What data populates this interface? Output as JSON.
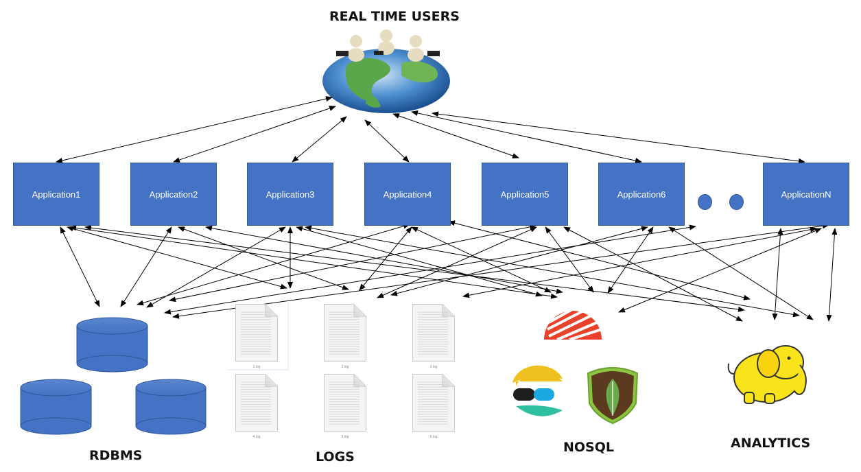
{
  "title": "REAL TIME USERS",
  "applications": [
    "Application1",
    "Application2",
    "Application3",
    "Application4",
    "Application5",
    "Application6",
    "ApplicationN"
  ],
  "ellipsis_icon": "ellipsis-dots",
  "groups": {
    "rdbms": {
      "label": "RDBMS",
      "icon": "database-cylinder-icon"
    },
    "logs": {
      "label": "LOGS",
      "files": [
        "1.log",
        "2.log",
        "3.log",
        "4.log",
        "5.log",
        "6.log"
      ]
    },
    "nosql": {
      "label": "NOSQL",
      "icons": [
        "cassandra-icon",
        "elasticsearch-icon",
        "mongodb-icon"
      ]
    },
    "analytics": {
      "label": "ANALYTICS",
      "icon": "hadoop-elephant-icon"
    }
  },
  "colors": {
    "box": "#4472c4",
    "box_border": "#2f5597",
    "arrow": "#000000"
  }
}
